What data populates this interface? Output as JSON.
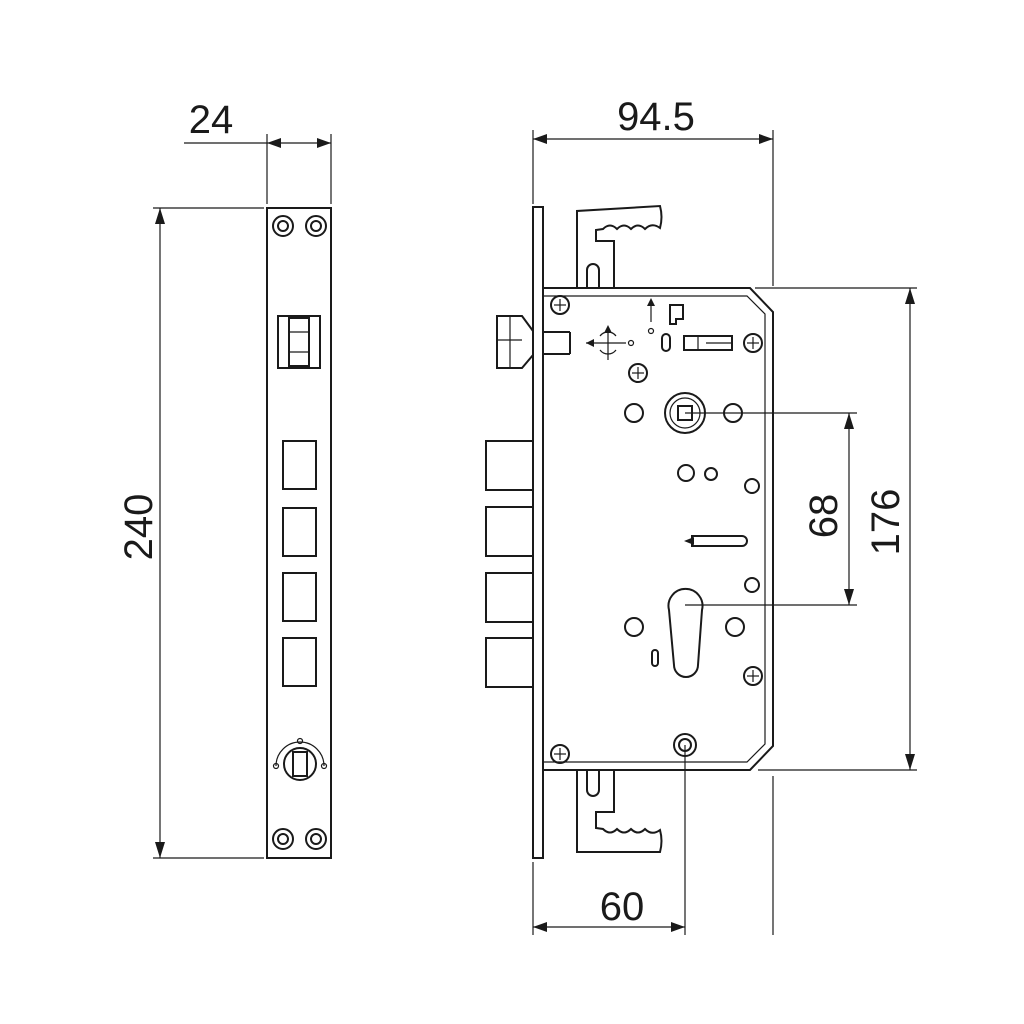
{
  "dimensions": {
    "faceplate_width": "24",
    "faceplate_height": "240",
    "case_depth": "94.5",
    "case_height": "176",
    "centre_distance": "68",
    "backset": "60"
  }
}
